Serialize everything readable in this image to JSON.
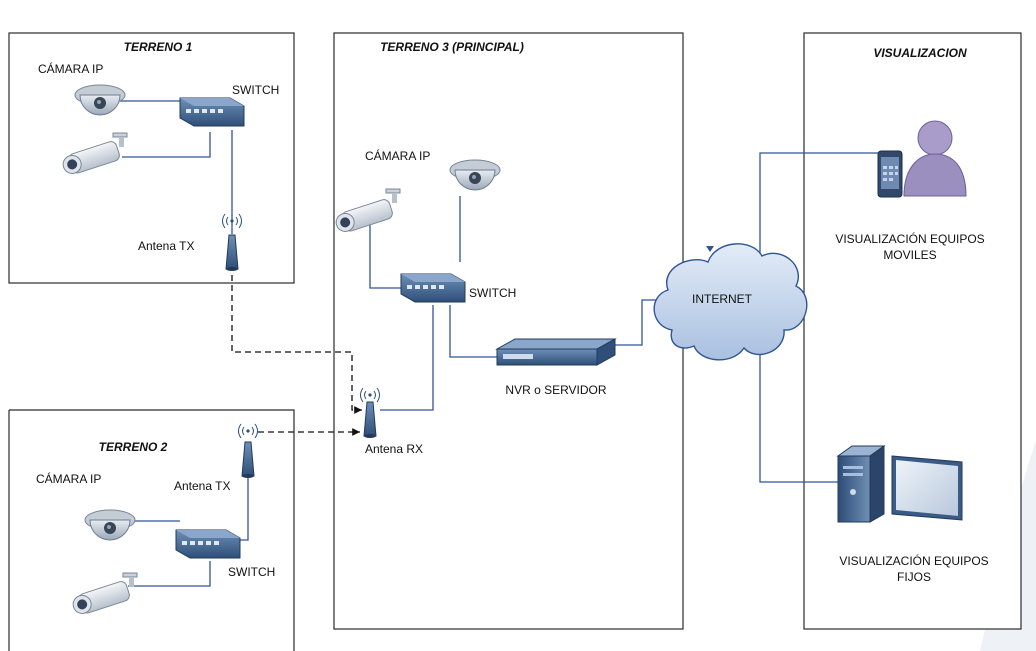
{
  "zones": {
    "terreno1": {
      "title": "TERRENO 1",
      "camera_label": "CÁMARA IP",
      "switch_label": "SWITCH",
      "antenna_label": "Antena TX"
    },
    "terreno2": {
      "title": "TERRENO 2",
      "camera_label": "CÁMARA IP",
      "switch_label": "SWITCH",
      "antenna_label": "Antena TX"
    },
    "terreno3": {
      "title": "TERRENO 3 (PRINCIPAL)",
      "camera_label": "CÁMARA IP",
      "switch_label": "SWITCH",
      "antenna_label": "Antena RX",
      "nvr_label": "NVR o SERVIDOR"
    },
    "visualizacion": {
      "title": "VISUALIZACION",
      "mobile_label_line1": "VISUALIZACIÓN EQUIPOS",
      "mobile_label_line2": "MOVILES",
      "fixed_label_line1": "VISUALIZACIÓN EQUIPOS",
      "fixed_label_line2": "FIJOS"
    }
  },
  "cloud_label": "INTERNET",
  "icons": [
    "dome-camera-icon",
    "bullet-camera-icon",
    "network-switch-icon",
    "antenna-icon",
    "nvr-server-icon",
    "internet-cloud-icon",
    "user-icon",
    "smartphone-icon",
    "desktop-computer-icon",
    "monitor-icon"
  ],
  "colors": {
    "wire": "#2f5496",
    "wireless_link": "#111111",
    "cloud": "#c9d9ef",
    "user": "#9b8fc0"
  }
}
